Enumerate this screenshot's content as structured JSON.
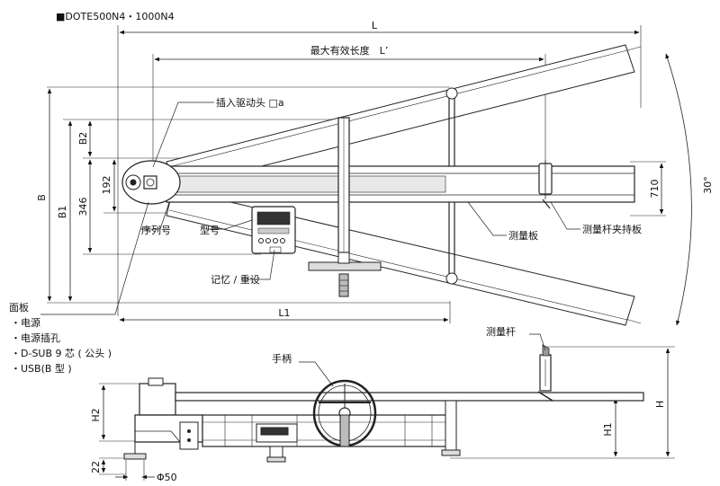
{
  "title": "■DOTE500N4・1000N4",
  "dims": {
    "L": "L",
    "L_prime": "最大有效长度　L’",
    "L1": "L1",
    "B": "B",
    "B1": "B1",
    "B2": "B2",
    "d192": "192",
    "d346": "346",
    "d710": "710",
    "angle": "30°",
    "H": "H",
    "H1": "H1",
    "H2": "H2",
    "d22": "22",
    "phi50": "Φ50"
  },
  "labels": {
    "drive_head": "插入驱动头 □a",
    "serial": "序列号",
    "model": "型号",
    "memory": "记忆 / 重设",
    "plate": "测量板",
    "rod_holder": "测量杆夹持板",
    "rod": "测量杆",
    "handle": "手柄"
  },
  "panel": {
    "title": "面板",
    "items": [
      "・电源",
      "・电源插孔",
      "・D-SUB 9 芯 ( 公头 )",
      "・USB(B 型 )"
    ]
  }
}
